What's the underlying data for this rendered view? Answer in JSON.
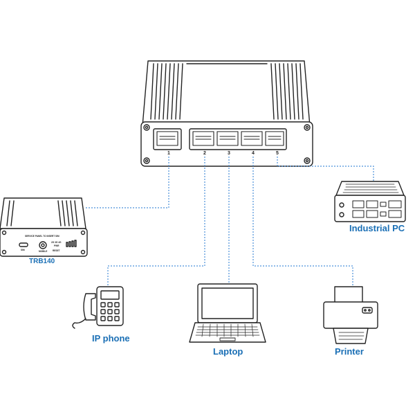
{
  "switch": {
    "ports": [
      "1",
      "2",
      "3",
      "4",
      "5"
    ]
  },
  "devices": {
    "trb140": {
      "label": "TRB140",
      "panel_text": "SERVICE PANEL TO INSERT SIM",
      "sim_label": "SIM",
      "mobile_label": "MOBILE",
      "leds": "2G 3G 4G",
      "power_label": "PWR",
      "reset_label": "RESET"
    },
    "industrial_pc": {
      "label": "Industrial PC"
    },
    "ip_phone": {
      "label": "IP phone"
    },
    "laptop": {
      "label": "Laptop"
    },
    "printer": {
      "label": "Printer"
    }
  },
  "colors": {
    "label": "#1a6fb5",
    "link": "#4a90d9",
    "outline": "#222222"
  }
}
